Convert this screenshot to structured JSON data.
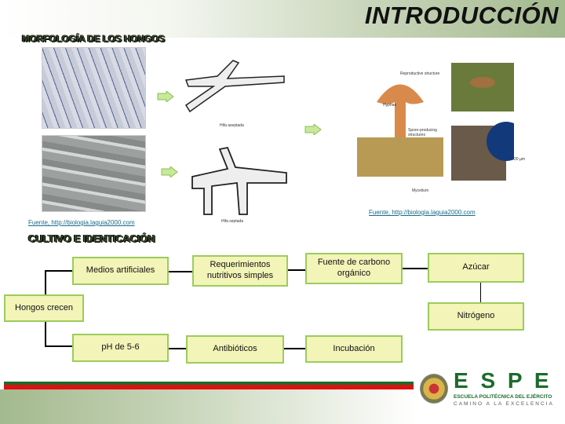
{
  "header": {
    "title": "INTRODUCCIÓN"
  },
  "section1": {
    "title": "MORFOLOGÍA DE LOS HONGOS",
    "hifa_top": "Hifa aseptada",
    "hifa_bottom": "Hifa septada",
    "source_left": "Fuente, http://biologia.laguia2000.com",
    "source_right": "Fuente, http://biologia.laguia2000.com",
    "diagram_labels": {
      "hyphae": "Hyphae",
      "reproductive": "Reproductive structure",
      "spore": "Spore-producing structures",
      "mycelium": "Mycelium",
      "scale": "20 µm"
    }
  },
  "section2": {
    "title": "CULTIVO E IDENTICACIÓN",
    "boxes": {
      "medios": "Medios artificiales",
      "requerimientos": "Requerimientos nutritivos simples",
      "fuente": "Fuente de carbono orgánico",
      "azucar": "Azúcar",
      "hongos": "Hongos crecen",
      "nitrogeno": "Nitrógeno",
      "ph": "pH de 5-6",
      "antibioticos": "Antibióticos",
      "incubacion": "Incubación"
    }
  },
  "logo": {
    "name": "E S P E",
    "subtitle": "ESCUELA POLITÉCNICA DEL EJÉRCITO",
    "motto": "CAMINO A LA EXCELENCIA"
  },
  "colors": {
    "box_fill": "#f2f4b8",
    "box_border": "#9ccc5c",
    "arrow": "#9ccc5c",
    "stripe_green": "#1c6b2a",
    "stripe_red": "#e01010"
  }
}
